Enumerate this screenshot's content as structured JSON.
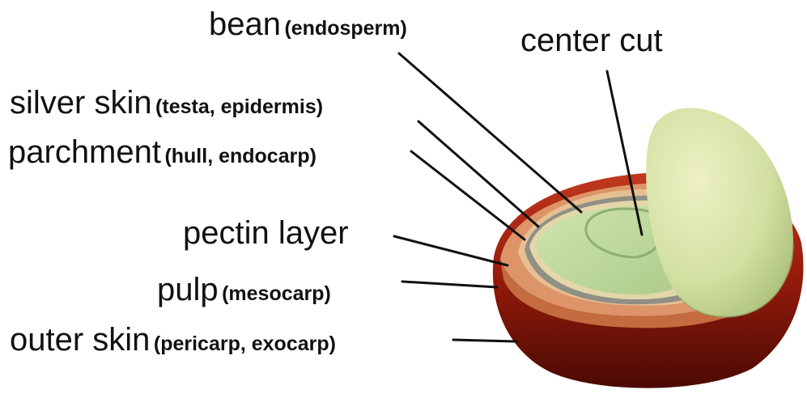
{
  "labels": {
    "bean": {
      "main": "bean",
      "sub": "(endosperm)"
    },
    "center_cut": {
      "main": "center cut"
    },
    "silver_skin": {
      "main": "silver skin",
      "sub": "(testa, epidermis)"
    },
    "parchment": {
      "main": "parchment",
      "sub": "(hull, endocarp)"
    },
    "pectin_layer": {
      "main": "pectin layer"
    },
    "pulp": {
      "main": "pulp",
      "sub": "(mesocarp)"
    },
    "outer_skin": {
      "main": "outer skin",
      "sub": "(pericarp, exocarp)"
    }
  },
  "colors": {
    "outer_skin": "#9b1c0c",
    "outer_skin_dark": "#5a0d05",
    "pulp": "#d98a60",
    "pectin": "#e9c29a",
    "parchment": "#8f8f85",
    "silver_skin": "#e3d6a8",
    "bean": "#bfd9a0",
    "bean_half": "#d7e3a8",
    "leader_line": "#111111"
  }
}
